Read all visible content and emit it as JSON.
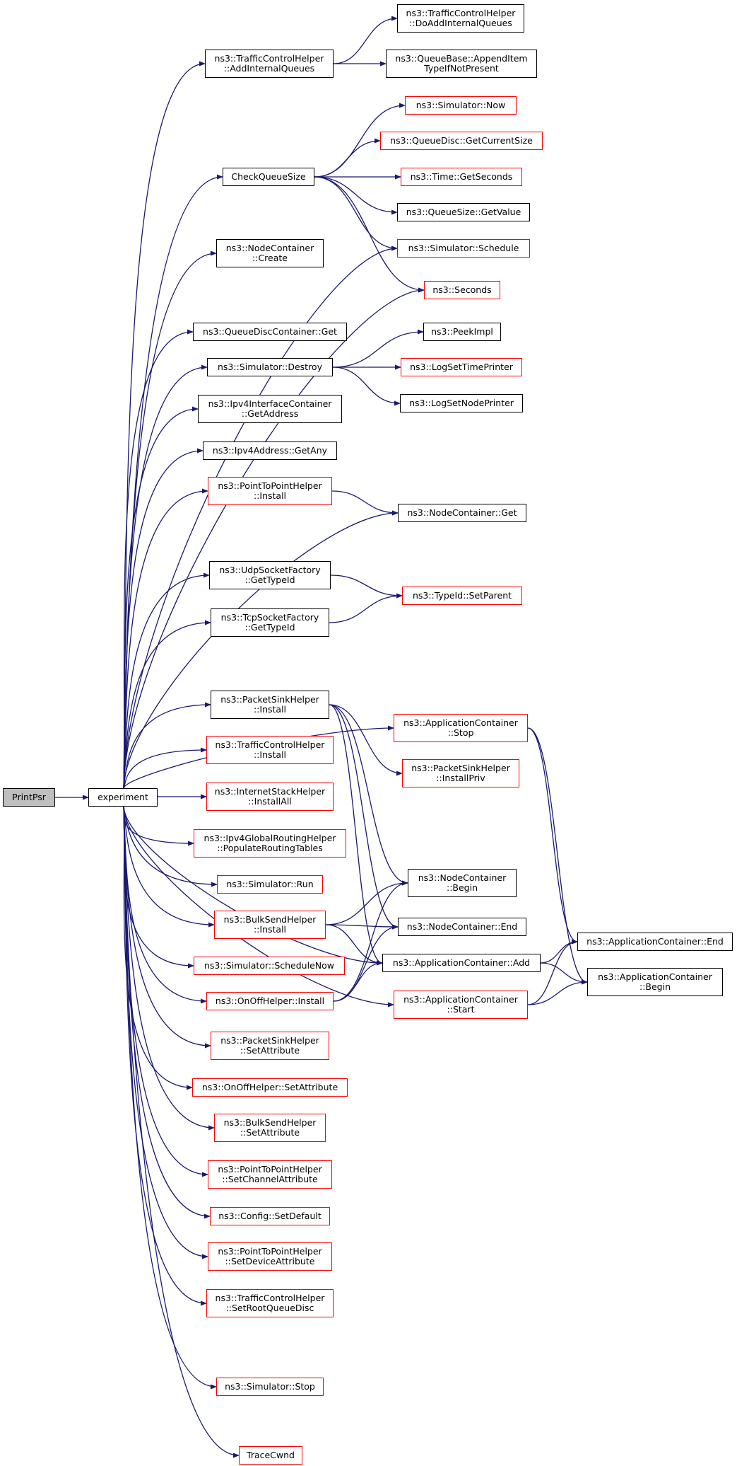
{
  "colors": {
    "edge": "#191970",
    "box_border": "#000000",
    "link_border": "#ff0000",
    "root_fill": "#bfbfbf"
  },
  "nodes": [
    {
      "id": "printpsr",
      "lines": [
        "PrintPsr"
      ],
      "style": "root"
    },
    {
      "id": "experiment",
      "lines": [
        "experiment"
      ],
      "style": "black"
    },
    {
      "id": "tch-addinternalqueues",
      "lines": [
        "ns3::TrafficControlHelper",
        "::AddInternalQueues"
      ],
      "style": "black"
    },
    {
      "id": "tch-doaddinternalqueues",
      "lines": [
        "ns3::TrafficControlHelper",
        "::DoAddInternalQueues"
      ],
      "style": "black"
    },
    {
      "id": "queuebase-appenditem",
      "lines": [
        "ns3::QueueBase::AppendItem",
        "TypeIfNotPresent"
      ],
      "style": "black"
    },
    {
      "id": "checkqueuesize",
      "lines": [
        "CheckQueueSize"
      ],
      "style": "black"
    },
    {
      "id": "simulator-now",
      "lines": [
        "ns3::Simulator::Now"
      ],
      "style": "red"
    },
    {
      "id": "queuedisc-getcurrentsize",
      "lines": [
        "ns3::QueueDisc::GetCurrentSize"
      ],
      "style": "red"
    },
    {
      "id": "time-getseconds",
      "lines": [
        "ns3::Time::GetSeconds"
      ],
      "style": "red"
    },
    {
      "id": "queuesize-getvalue",
      "lines": [
        "ns3::QueueSize::GetValue"
      ],
      "style": "black"
    },
    {
      "id": "simulator-schedule",
      "lines": [
        "ns3::Simulator::Schedule"
      ],
      "style": "red"
    },
    {
      "id": "nodecontainer-create",
      "lines": [
        "ns3::NodeContainer",
        "::Create"
      ],
      "style": "black"
    },
    {
      "id": "seconds",
      "lines": [
        "ns3::Seconds"
      ],
      "style": "red"
    },
    {
      "id": "queuedisccontainer-get",
      "lines": [
        "ns3::QueueDiscContainer::Get"
      ],
      "style": "black"
    },
    {
      "id": "peekimpl",
      "lines": [
        "ns3::PeekImpl"
      ],
      "style": "black"
    },
    {
      "id": "simulator-destroy",
      "lines": [
        "ns3::Simulator::Destroy"
      ],
      "style": "black"
    },
    {
      "id": "logsettimeprinter",
      "lines": [
        "ns3::LogSetTimePrinter"
      ],
      "style": "red"
    },
    {
      "id": "logsetnodeprinter",
      "lines": [
        "ns3::LogSetNodePrinter"
      ],
      "style": "black"
    },
    {
      "id": "ipv4interfacecontainer-getaddress",
      "lines": [
        "ns3::Ipv4InterfaceContainer",
        "::GetAddress"
      ],
      "style": "black"
    },
    {
      "id": "ipv4address-getany",
      "lines": [
        "ns3::Ipv4Address::GetAny"
      ],
      "style": "black"
    },
    {
      "id": "p2phelper-install",
      "lines": [
        "ns3::PointToPointHelper",
        "::Install"
      ],
      "style": "red"
    },
    {
      "id": "nodecontainer-get",
      "lines": [
        "ns3::NodeContainer::Get"
      ],
      "style": "black"
    },
    {
      "id": "udpsocketfactory-gettypeid",
      "lines": [
        "ns3::UdpSocketFactory",
        "::GetTypeId"
      ],
      "style": "black"
    },
    {
      "id": "typeid-setparent",
      "lines": [
        "ns3::TypeId::SetParent"
      ],
      "style": "red"
    },
    {
      "id": "tcpsocketfactory-gettypeid",
      "lines": [
        "ns3::TcpSocketFactory",
        "::GetTypeId"
      ],
      "style": "black"
    },
    {
      "id": "packetsinkhelper-install",
      "lines": [
        "ns3::PacketSinkHelper",
        "::Install"
      ],
      "style": "black"
    },
    {
      "id": "appcontainer-stop",
      "lines": [
        "ns3::ApplicationContainer",
        "::Stop"
      ],
      "style": "red"
    },
    {
      "id": "packetsinkhelper-installpriv",
      "lines": [
        "ns3::PacketSinkHelper",
        "::InstallPriv"
      ],
      "style": "red"
    },
    {
      "id": "tch-install",
      "lines": [
        "ns3::TrafficControlHelper",
        "::Install"
      ],
      "style": "red"
    },
    {
      "id": "internetstackhelper-installall",
      "lines": [
        "ns3::InternetStackHelper",
        "::InstallAll"
      ],
      "style": "red"
    },
    {
      "id": "ipv4globalrouting-populate",
      "lines": [
        "ns3::Ipv4GlobalRoutingHelper",
        "::PopulateRoutingTables"
      ],
      "style": "red"
    },
    {
      "id": "simulator-run",
      "lines": [
        "ns3::Simulator::Run"
      ],
      "style": "red"
    },
    {
      "id": "nodecontainer-begin",
      "lines": [
        "ns3::NodeContainer",
        "::Begin"
      ],
      "style": "black"
    },
    {
      "id": "bulksendhelper-install",
      "lines": [
        "ns3::BulkSendHelper",
        "::Install"
      ],
      "style": "red"
    },
    {
      "id": "nodecontainer-end",
      "lines": [
        "ns3::NodeContainer::End"
      ],
      "style": "black"
    },
    {
      "id": "appcontainer-end",
      "lines": [
        "ns3::ApplicationContainer::End"
      ],
      "style": "black"
    },
    {
      "id": "simulator-schedulenow",
      "lines": [
        "ns3::Simulator::ScheduleNow"
      ],
      "style": "red"
    },
    {
      "id": "appcontainer-add",
      "lines": [
        "ns3::ApplicationContainer::Add"
      ],
      "style": "black"
    },
    {
      "id": "appcontainer-begin",
      "lines": [
        "ns3::ApplicationContainer",
        "::Begin"
      ],
      "style": "black"
    },
    {
      "id": "onoffhelper-install",
      "lines": [
        "ns3::OnOffHelper::Install"
      ],
      "style": "red"
    },
    {
      "id": "appcontainer-start",
      "lines": [
        "ns3::ApplicationContainer",
        "::Start"
      ],
      "style": "red"
    },
    {
      "id": "packetsinkhelper-setattribute",
      "lines": [
        "ns3::PacketSinkHelper",
        "::SetAttribute"
      ],
      "style": "red"
    },
    {
      "id": "onoffhelper-setattribute",
      "lines": [
        "ns3::OnOffHelper::SetAttribute"
      ],
      "style": "red"
    },
    {
      "id": "bulksendhelper-setattribute",
      "lines": [
        "ns3::BulkSendHelper",
        "::SetAttribute"
      ],
      "style": "red"
    },
    {
      "id": "p2phelper-setchannelattribute",
      "lines": [
        "ns3::PointToPointHelper",
        "::SetChannelAttribute"
      ],
      "style": "red"
    },
    {
      "id": "config-setdefault",
      "lines": [
        "ns3::Config::SetDefault"
      ],
      "style": "red"
    },
    {
      "id": "p2phelper-setdeviceattribute",
      "lines": [
        "ns3::PointToPointHelper",
        "::SetDeviceAttribute"
      ],
      "style": "red"
    },
    {
      "id": "tch-setrootqueuedisc",
      "lines": [
        "ns3::TrafficControlHelper",
        "::SetRootQueueDisc"
      ],
      "style": "red"
    },
    {
      "id": "simulator-stop",
      "lines": [
        "ns3::Simulator::Stop"
      ],
      "style": "red"
    },
    {
      "id": "tracecwnd",
      "lines": [
        "TraceCwnd"
      ],
      "style": "red"
    }
  ],
  "edges": [
    [
      "printpsr",
      "experiment"
    ],
    [
      "experiment",
      "tch-addinternalqueues"
    ],
    [
      "experiment",
      "checkqueuesize"
    ],
    [
      "experiment",
      "simulator-schedule"
    ],
    [
      "experiment",
      "nodecontainer-create"
    ],
    [
      "experiment",
      "seconds"
    ],
    [
      "experiment",
      "queuedisccontainer-get"
    ],
    [
      "experiment",
      "simulator-destroy"
    ],
    [
      "experiment",
      "ipv4interfacecontainer-getaddress"
    ],
    [
      "experiment",
      "ipv4address-getany"
    ],
    [
      "experiment",
      "p2phelper-install"
    ],
    [
      "experiment",
      "nodecontainer-get"
    ],
    [
      "experiment",
      "udpsocketfactory-gettypeid"
    ],
    [
      "experiment",
      "tcpsocketfactory-gettypeid"
    ],
    [
      "experiment",
      "appcontainer-stop"
    ],
    [
      "experiment",
      "packetsinkhelper-install"
    ],
    [
      "experiment",
      "tch-install"
    ],
    [
      "experiment",
      "internetstackhelper-installall"
    ],
    [
      "experiment",
      "ipv4globalrouting-populate"
    ],
    [
      "experiment",
      "simulator-run"
    ],
    [
      "experiment",
      "bulksendhelper-install"
    ],
    [
      "experiment",
      "simulator-schedulenow"
    ],
    [
      "experiment",
      "onoffhelper-install"
    ],
    [
      "experiment",
      "packetsinkhelper-setattribute"
    ],
    [
      "experiment",
      "onoffhelper-setattribute"
    ],
    [
      "experiment",
      "bulksendhelper-setattribute"
    ],
    [
      "experiment",
      "p2phelper-setchannelattribute"
    ],
    [
      "experiment",
      "config-setdefault"
    ],
    [
      "experiment",
      "p2phelper-setdeviceattribute"
    ],
    [
      "experiment",
      "tch-setrootqueuedisc"
    ],
    [
      "experiment",
      "appcontainer-add"
    ],
    [
      "experiment",
      "simulator-stop"
    ],
    [
      "experiment",
      "appcontainer-start"
    ],
    [
      "experiment",
      "tracecwnd"
    ],
    [
      "tch-addinternalqueues",
      "tch-doaddinternalqueues"
    ],
    [
      "tch-addinternalqueues",
      "queuebase-appenditem"
    ],
    [
      "checkqueuesize",
      "simulator-now"
    ],
    [
      "checkqueuesize",
      "queuedisc-getcurrentsize"
    ],
    [
      "checkqueuesize",
      "time-getseconds"
    ],
    [
      "checkqueuesize",
      "queuesize-getvalue"
    ],
    [
      "checkqueuesize",
      "simulator-schedule"
    ],
    [
      "checkqueuesize",
      "seconds"
    ],
    [
      "simulator-destroy",
      "peekimpl"
    ],
    [
      "simulator-destroy",
      "logsettimeprinter"
    ],
    [
      "simulator-destroy",
      "logsetnodeprinter"
    ],
    [
      "p2phelper-install",
      "nodecontainer-get"
    ],
    [
      "udpsocketfactory-gettypeid",
      "typeid-setparent"
    ],
    [
      "tcpsocketfactory-gettypeid",
      "typeid-setparent"
    ],
    [
      "packetsinkhelper-install",
      "packetsinkhelper-installpriv"
    ],
    [
      "packetsinkhelper-install",
      "nodecontainer-begin"
    ],
    [
      "packetsinkhelper-install",
      "nodecontainer-end"
    ],
    [
      "packetsinkhelper-install",
      "appcontainer-add"
    ],
    [
      "appcontainer-stop",
      "appcontainer-end"
    ],
    [
      "appcontainer-stop",
      "appcontainer-begin"
    ],
    [
      "bulksendhelper-install",
      "nodecontainer-begin"
    ],
    [
      "bulksendhelper-install",
      "nodecontainer-end"
    ],
    [
      "bulksendhelper-install",
      "appcontainer-add"
    ],
    [
      "onoffhelper-install",
      "nodecontainer-begin"
    ],
    [
      "onoffhelper-install",
      "nodecontainer-end"
    ],
    [
      "onoffhelper-install",
      "appcontainer-add"
    ],
    [
      "appcontainer-add",
      "appcontainer-end"
    ],
    [
      "appcontainer-add",
      "appcontainer-begin"
    ],
    [
      "appcontainer-start",
      "appcontainer-end"
    ],
    [
      "appcontainer-start",
      "appcontainer-begin"
    ]
  ]
}
